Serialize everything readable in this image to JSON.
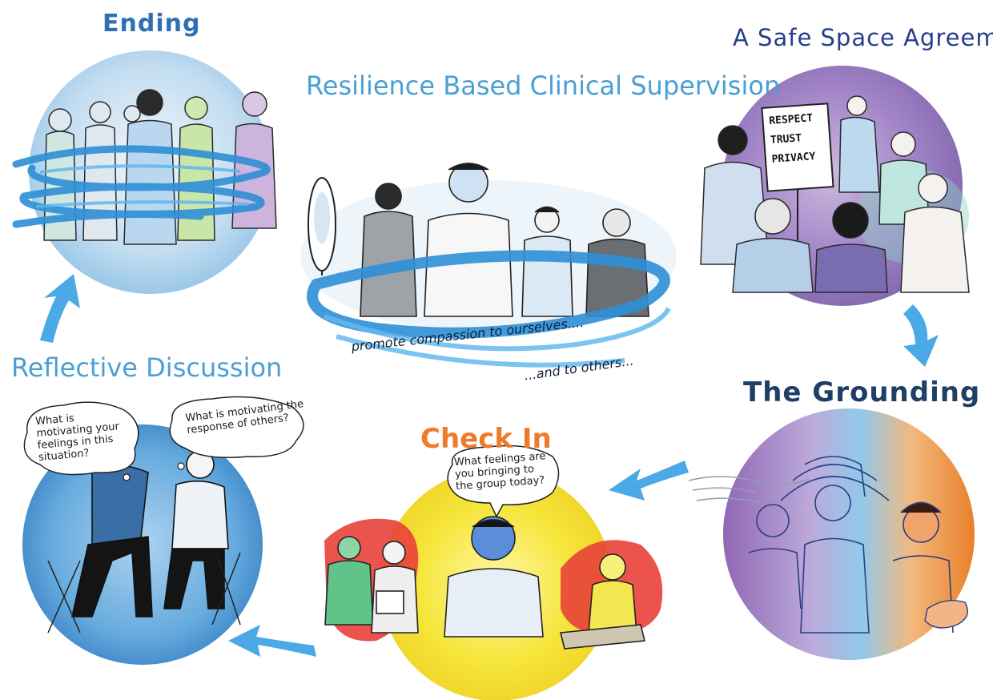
{
  "titles": {
    "ending": "Ending",
    "safe_space": "A Safe Space Agreement",
    "main": "Resilience Based Clinical Supervision",
    "reflective": "Reflective Discussion",
    "grounding": "The Grounding",
    "check_in": "Check In"
  },
  "speech": {
    "reflect_left": "What is motivating your feelings in this situation?",
    "reflect_right": "What is motivating the response of others?",
    "check_in": "What feelings are you bringing to the group today?"
  },
  "captions": {
    "compassion_self": "promote compassion to ourselves....",
    "compassion_others": "...and to others..."
  },
  "board": {
    "line1": "RESPECT",
    "line2": "TRUST",
    "line3": "PRIVACY"
  },
  "colors": {
    "blue": "#4a9fd4",
    "dark_blue": "#2f6fb4",
    "purple": "#8a6fb8",
    "yellow": "#f4e23a",
    "orange": "#ef7a2a",
    "red": "#e8413a"
  },
  "flow_order": [
    "A Safe Space Agreement",
    "The Grounding",
    "Check In",
    "Reflective Discussion",
    "Ending"
  ]
}
